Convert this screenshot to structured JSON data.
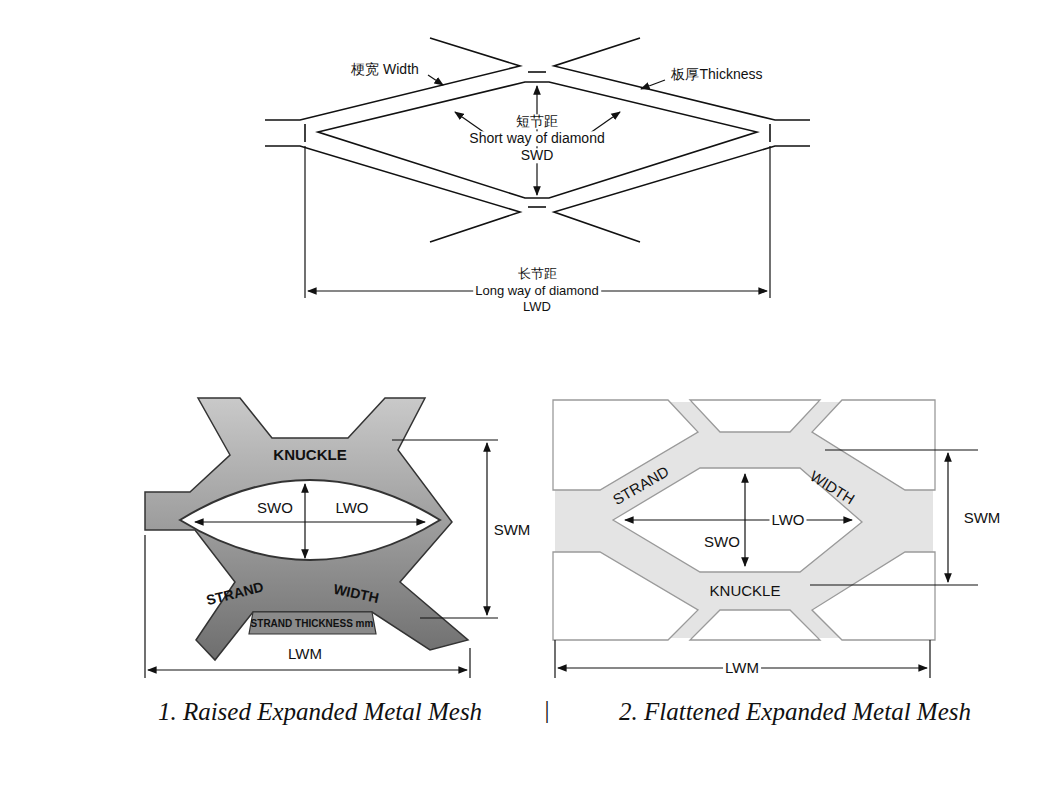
{
  "diagram": {
    "labels": [
      "梗宽 Width",
      "板厚Thickness",
      "短节距",
      "Short way of diamond",
      "SWD",
      "长节距",
      "Long way of diamond",
      "LWD",
      "KNUCKLE",
      "SWO",
      "LWO",
      "SWM",
      "STRAND",
      "WIDTH",
      "STRAND THICKNESS mm",
      "LWM",
      "1. Raised Expanded Metal Mesh",
      "|",
      "2. Flattened Expanded Metal Mesh",
      "STRAND",
      "WIDTH",
      "LWO",
      "SWO",
      "SWM",
      "KNUCKLE",
      "LWM"
    ]
  }
}
